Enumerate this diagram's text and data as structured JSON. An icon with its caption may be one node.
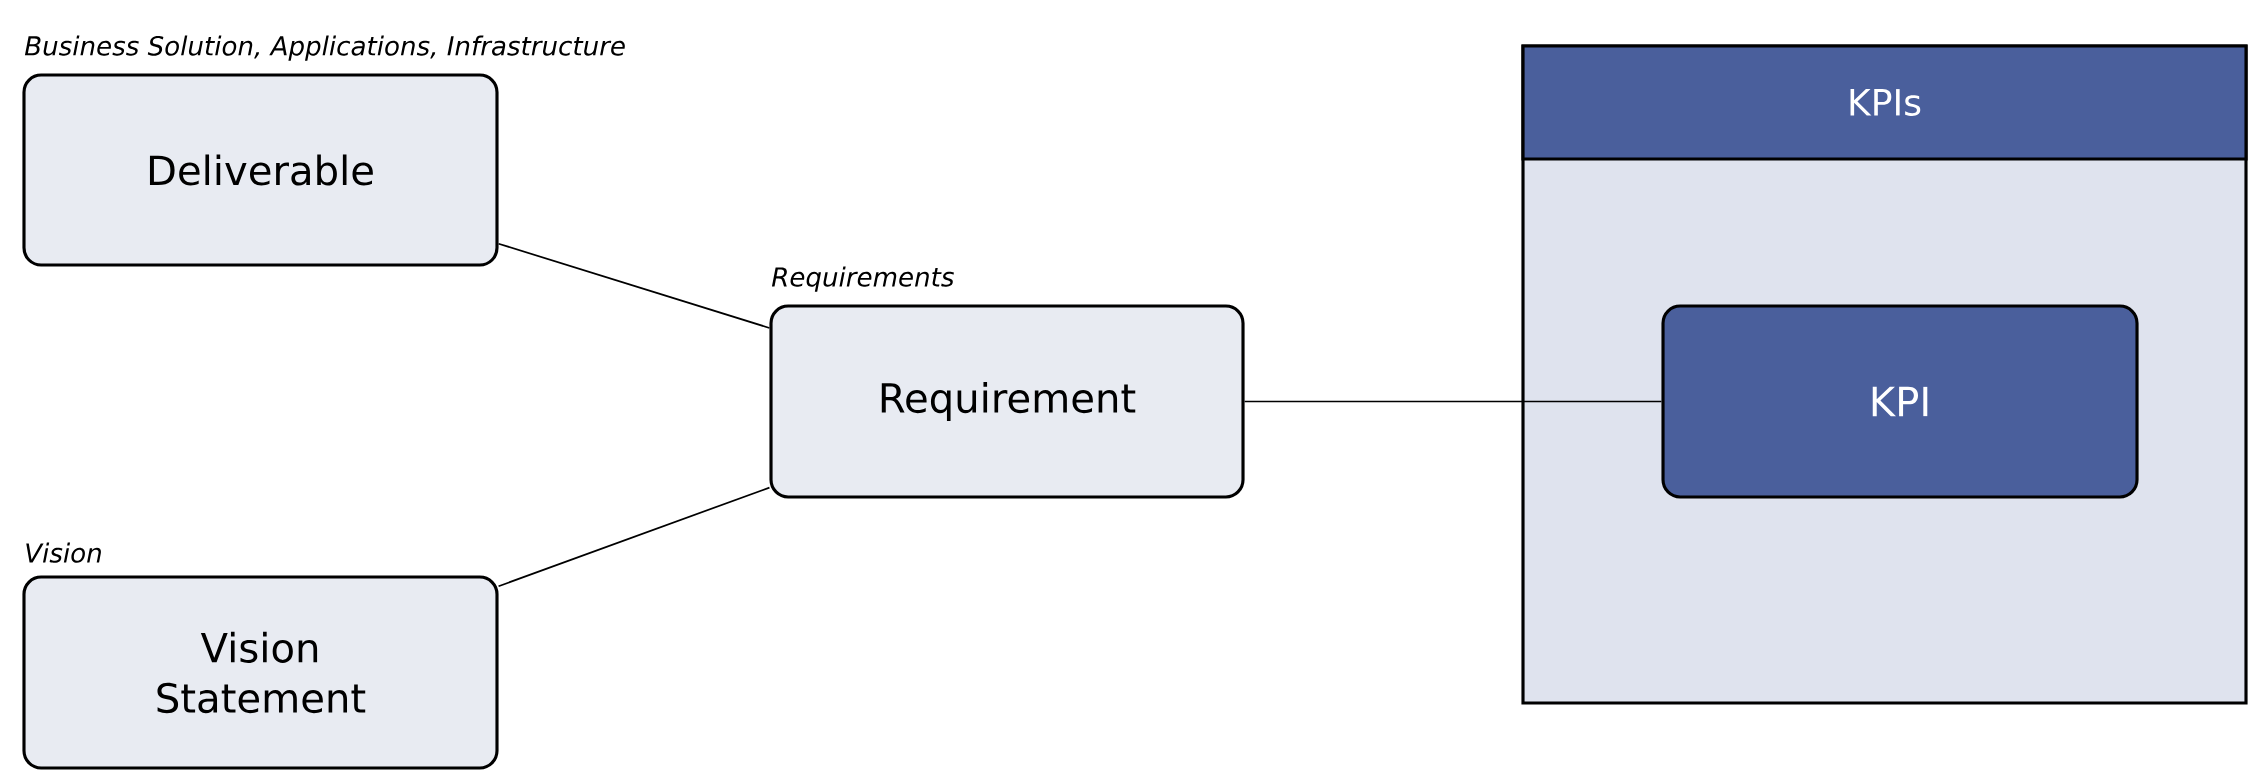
{
  "diagram": {
    "nodes": [
      {
        "text": [
          "Business Solution, Applications, Infrastructure",
          "Deliverable"
        ]
      },
      {
        "text": [
          "Requirements",
          "Requirement"
        ]
      },
      {
        "text": [
          "Vision",
          "Vision Statement"
        ]
      },
      {
        "text": [
          "KPIs"
        ]
      },
      {
        "text": [
          "KPI"
        ],
        "in": 3
      }
    ],
    "edges": [
      {
        "from": 0,
        "to": 1,
        "arrow": "none"
      },
      {
        "from": 2,
        "to": 1,
        "arrow": "none"
      },
      {
        "from": 1,
        "to": 4,
        "arrow": "none"
      }
    ]
  }
}
